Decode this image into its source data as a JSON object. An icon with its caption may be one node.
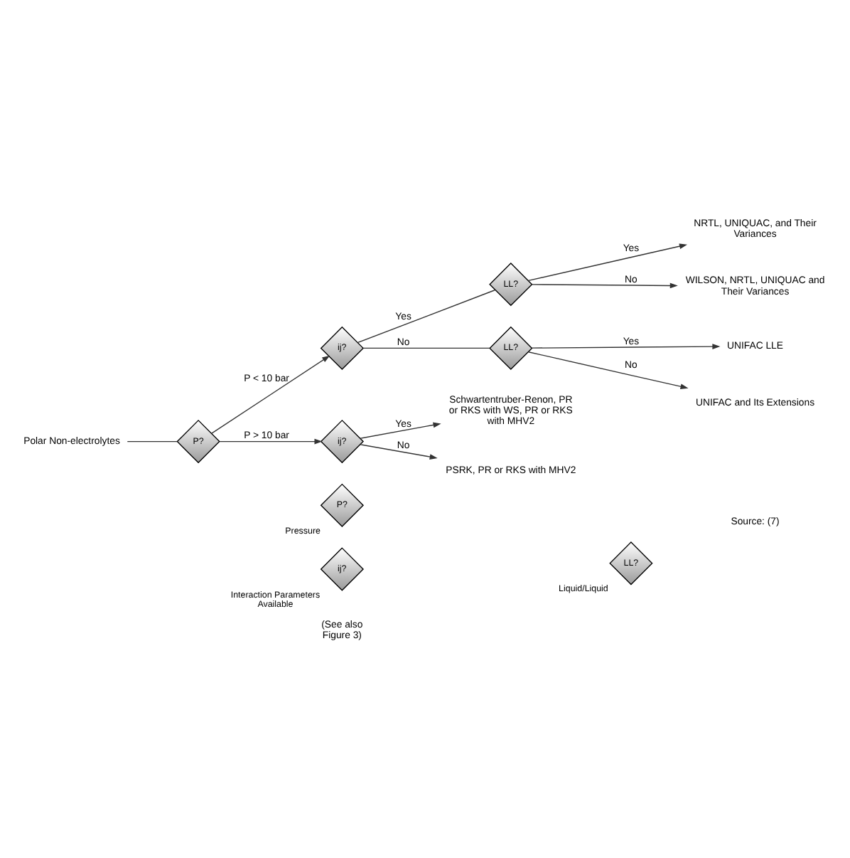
{
  "diagram": {
    "nodes": [
      {
        "text": [
          "Polar Non-electrolytes"
        ]
      },
      {
        "text": [
          "P?"
        ]
      },
      {
        "text": [
          "ij?"
        ]
      },
      {
        "text": [
          "LL?"
        ]
      },
      {
        "text": [
          "LL?"
        ]
      },
      {
        "text": [
          "ij?"
        ]
      },
      {
        "text": [
          "NRTL, UNIQUAC, and Their Variances"
        ]
      },
      {
        "text": [
          "WILSON, NRTL, UNIQUAC and Their Variances"
        ]
      },
      {
        "text": [
          "UNIFAC LLE"
        ]
      },
      {
        "text": [
          "UNIFAC and Its Extensions"
        ]
      },
      {
        "text": [
          "Schwartentruber-Renon, PR or RKS with WS, PR or RKS with MHV2"
        ]
      },
      {
        "text": [
          "PSRK, PR or RKS with MHV2"
        ]
      },
      {
        "text": [
          "P?"
        ],
        "beside": [
          "Pressure"
        ]
      },
      {
        "text": [
          "LL?"
        ],
        "beside": [
          "Liquid/Liquid"
        ]
      },
      {
        "text": [
          "ij?"
        ],
        "beside": [
          "Interaction Parameters Available"
        ]
      }
    ],
    "edges": [
      {
        "from": 0,
        "to": 1,
        "arrow": "none"
      },
      {
        "from": 1,
        "to": 2,
        "arrow": "to",
        "label": "P < 10 bar"
      },
      {
        "from": 1,
        "to": 5,
        "arrow": "to",
        "label": "P > 10 bar"
      },
      {
        "from": 2,
        "to": 3,
        "arrow": "none",
        "label": "Yes"
      },
      {
        "from": 2,
        "to": 4,
        "arrow": "none",
        "label": "No"
      },
      {
        "from": 3,
        "to": 6,
        "arrow": "to",
        "label": "Yes"
      },
      {
        "from": 3,
        "to": 7,
        "arrow": "to",
        "label": "No"
      },
      {
        "from": 4,
        "to": 8,
        "arrow": "to",
        "label": "Yes"
      },
      {
        "from": 4,
        "to": 9,
        "arrow": "to",
        "label": "No"
      },
      {
        "from": 5,
        "to": 10,
        "arrow": "to",
        "label": "Yes"
      },
      {
        "from": 5,
        "to": 11,
        "arrow": "to",
        "label": "No"
      }
    ],
    "labels": [
      "(See also Figure 3)",
      "Source: (7)"
    ]
  }
}
